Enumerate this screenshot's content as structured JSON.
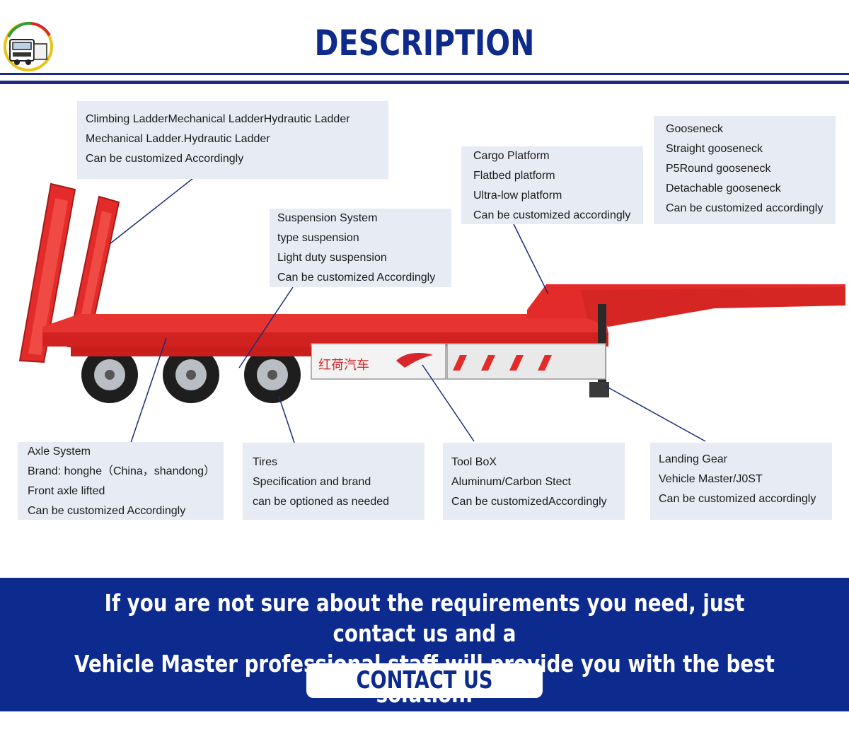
{
  "header": {
    "title": "DESCRIPTION"
  },
  "boxes": {
    "ladder": {
      "lines": [
        "Climbing LadderMechanical LadderHydrautic Ladder",
        "Mechanical Ladder.Hydrautic Ladder",
        "Can be customized Accordingly"
      ]
    },
    "suspension": {
      "lines": [
        "Suspension System",
        "type suspension",
        "Light duty suspension",
        "Can be customized Accordingly"
      ]
    },
    "cargo": {
      "lines": [
        "Cargo Platform",
        "Flatbed platform",
        "Ultra-low platform",
        "Can be customized accordingly"
      ]
    },
    "gooseneck": {
      "lines": [
        "Gooseneck",
        "Straight gooseneck",
        "P5Round gooseneck",
        "Detachable gooseneck",
        "Can be customized accordingly"
      ]
    },
    "axle": {
      "lines": [
        "Axle System",
        "Brand: honghe（China，shandong）",
        "Front axle lifted",
        "Can be customized Accordingly"
      ]
    },
    "tires": {
      "lines": [
        "Tires",
        "Specification and brand",
        "can be optioned as needed"
      ]
    },
    "toolbox": {
      "lines": [
        "Tool BoX",
        "Aluminum/Carbon Stect",
        "Can be customizedAccordingly"
      ]
    },
    "landing": {
      "lines": [
        "Landing Gear",
        "Vehicle Master/J0ST",
        "Can be customized accordingly"
      ]
    }
  },
  "trailer": {
    "brand_chinese": "红荷汽车"
  },
  "banner": {
    "line1": "If you are not sure about the requirements you need, just contact us and a",
    "line2": "Vehicle Master professional staff will provide you with the best solution.",
    "cta_label": "CONTACT US"
  },
  "colors": {
    "brand_blue": "#0d2b8f",
    "trailer_red": "#e32c2a",
    "box_bg": "#e7ebf3"
  },
  "icons": {
    "logo": "truck-logo-icon"
  }
}
